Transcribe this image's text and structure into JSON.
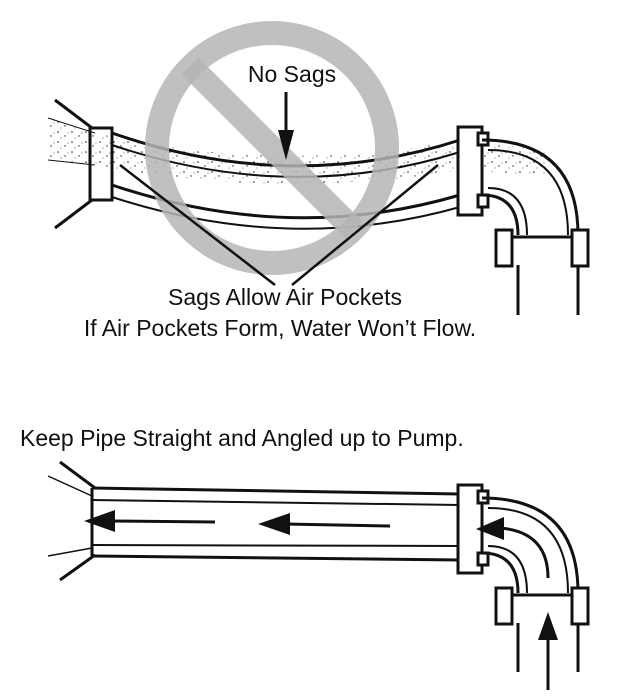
{
  "top_diagram": {
    "no_sags_label": "No Sags",
    "sags_label": "Sags Allow Air Pockets",
    "air_pockets_label": "If Air Pockets Form, Water Won’t Flow."
  },
  "bottom_diagram": {
    "instruction_label": "Keep Pipe Straight and Angled up to Pump."
  },
  "colors": {
    "stroke": "#111111",
    "prohibition_sign": "#b5b5b5",
    "background": "#ffffff"
  },
  "icons": [
    "prohibition-icon",
    "arrow-icon"
  ]
}
